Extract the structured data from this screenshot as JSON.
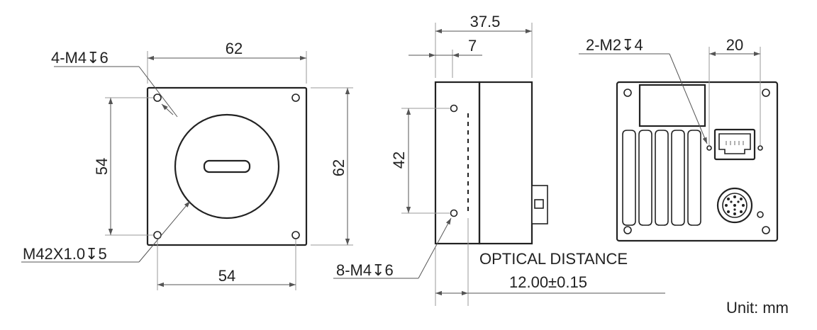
{
  "front_view": {
    "width_top": "62",
    "width_bottom": "54",
    "height_left": "54",
    "height_right": "62",
    "note_holes": "4-M4↧6",
    "note_mount": "M42X1.0↧5"
  },
  "side_view": {
    "depth_total": "37.5",
    "depth_front": "7",
    "hole_spacing": "42",
    "note_holes": "8-M4↧6",
    "optical_label": "OPTICAL DISTANCE",
    "optical_value": "12.00±0.15"
  },
  "rear_view": {
    "note_holes": "2-M2↧4",
    "hole_spacing": "20"
  },
  "unit": "Unit: mm"
}
